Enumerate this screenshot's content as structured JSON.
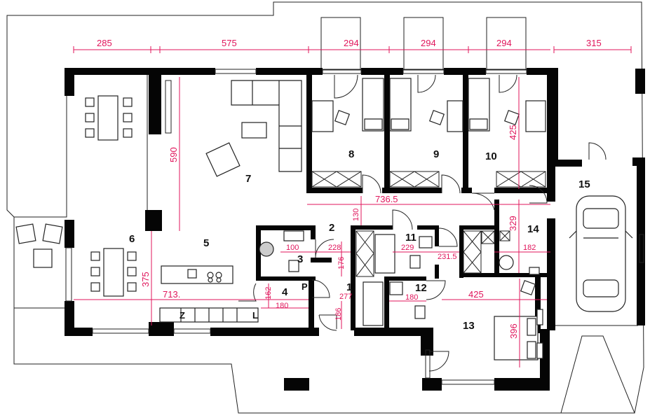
{
  "rooms": {
    "r1": "1",
    "r2": "2",
    "r3": "3",
    "r4": "4",
    "r5": "5",
    "r6": "6",
    "r7": "7",
    "r8": "8",
    "r9": "9",
    "r10": "10",
    "r11": "11",
    "r12": "12",
    "r13": "13",
    "r14": "14",
    "r15": "15"
  },
  "dimensions": {
    "top_285": "285",
    "top_575": "575",
    "top_294a": "294",
    "top_294b": "294",
    "top_294c": "294",
    "top_315": "315",
    "v_590": "590",
    "v_375": "375",
    "v_425": "425",
    "v_329": "329",
    "v_396": "396",
    "v_130": "130",
    "v_176": "176",
    "v_162": "162",
    "v_186": "186",
    "h_7365": "736.5",
    "h_713": "713.",
    "h_425": "425",
    "h_100": "100",
    "h_228": "228",
    "h_229": "229",
    "h_2315": "231.5",
    "h_182": "182",
    "h_180a": "180",
    "h_277": "277",
    "h_180b": "180"
  },
  "kitchen_labels": {
    "z": "Z",
    "l": "L",
    "p": "P"
  },
  "colors": {
    "wall": "#050505",
    "dimension": "#e0155b",
    "line": "#222222"
  }
}
